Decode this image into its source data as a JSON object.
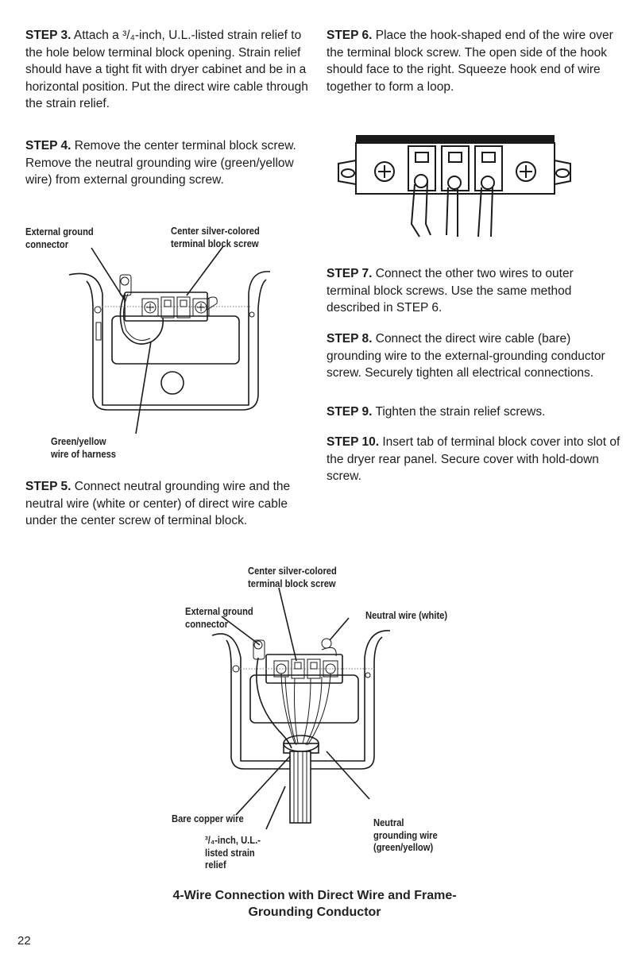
{
  "steps": {
    "s3": {
      "label": "STEP 3.",
      "text": " Attach a ³/₄-inch, U.L.-listed strain relief to the hole below terminal block opening. Strain relief should have a tight fit with dryer cabinet and be in a horizontal position. Put the direct wire cable through the strain relief."
    },
    "s4": {
      "label": "STEP 4.",
      "text": " Remove the center terminal block screw. Remove the neutral grounding wire (green/yellow wire) from external grounding screw."
    },
    "s5": {
      "label": "STEP 5.",
      "text": " Connect neutral grounding wire and the neutral wire (white or center) of direct wire cable under the center screw of terminal block."
    },
    "s6": {
      "label": "STEP 6.",
      "text": " Place the hook-shaped end of the wire over the terminal block screw. The open side of the hook should face to the right. Squeeze hook end of wire together to form a loop."
    },
    "s7": {
      "label": "STEP 7.",
      "text": " Connect the other two wires to outer terminal block screws. Use the same method described in STEP 6."
    },
    "s8": {
      "label": "STEP 8.",
      "text": " Connect the direct wire cable (bare) grounding wire to the external-grounding conductor screw. Securely tighten all electrical connections."
    },
    "s9": {
      "label": "STEP 9.",
      "text": " Tighten the strain relief screws."
    },
    "s10": {
      "label": "STEP 10.",
      "text": " Insert tab of terminal block cover into slot of the dryer rear panel. Secure cover with hold-down screw."
    }
  },
  "figure1": {
    "label_external_ground": "External ground connector",
    "label_center_screw": "Center silver-colored terminal block screw",
    "label_green_yellow": "Green/yellow wire of harness"
  },
  "figure3": {
    "label_center_screw": "Center silver-colored terminal block screw",
    "label_external_ground": "External ground connector",
    "label_neutral_white": "Neutral wire (white)",
    "label_bare_copper": "Bare copper wire",
    "label_strain_relief": "³/₄-inch, U.L.-listed strain relief",
    "label_neutral_grounding": "Neutral grounding wire (green/yellow)",
    "caption": "4-Wire Connection with Direct Wire and Frame-Grounding Conductor"
  },
  "page_number": "22"
}
